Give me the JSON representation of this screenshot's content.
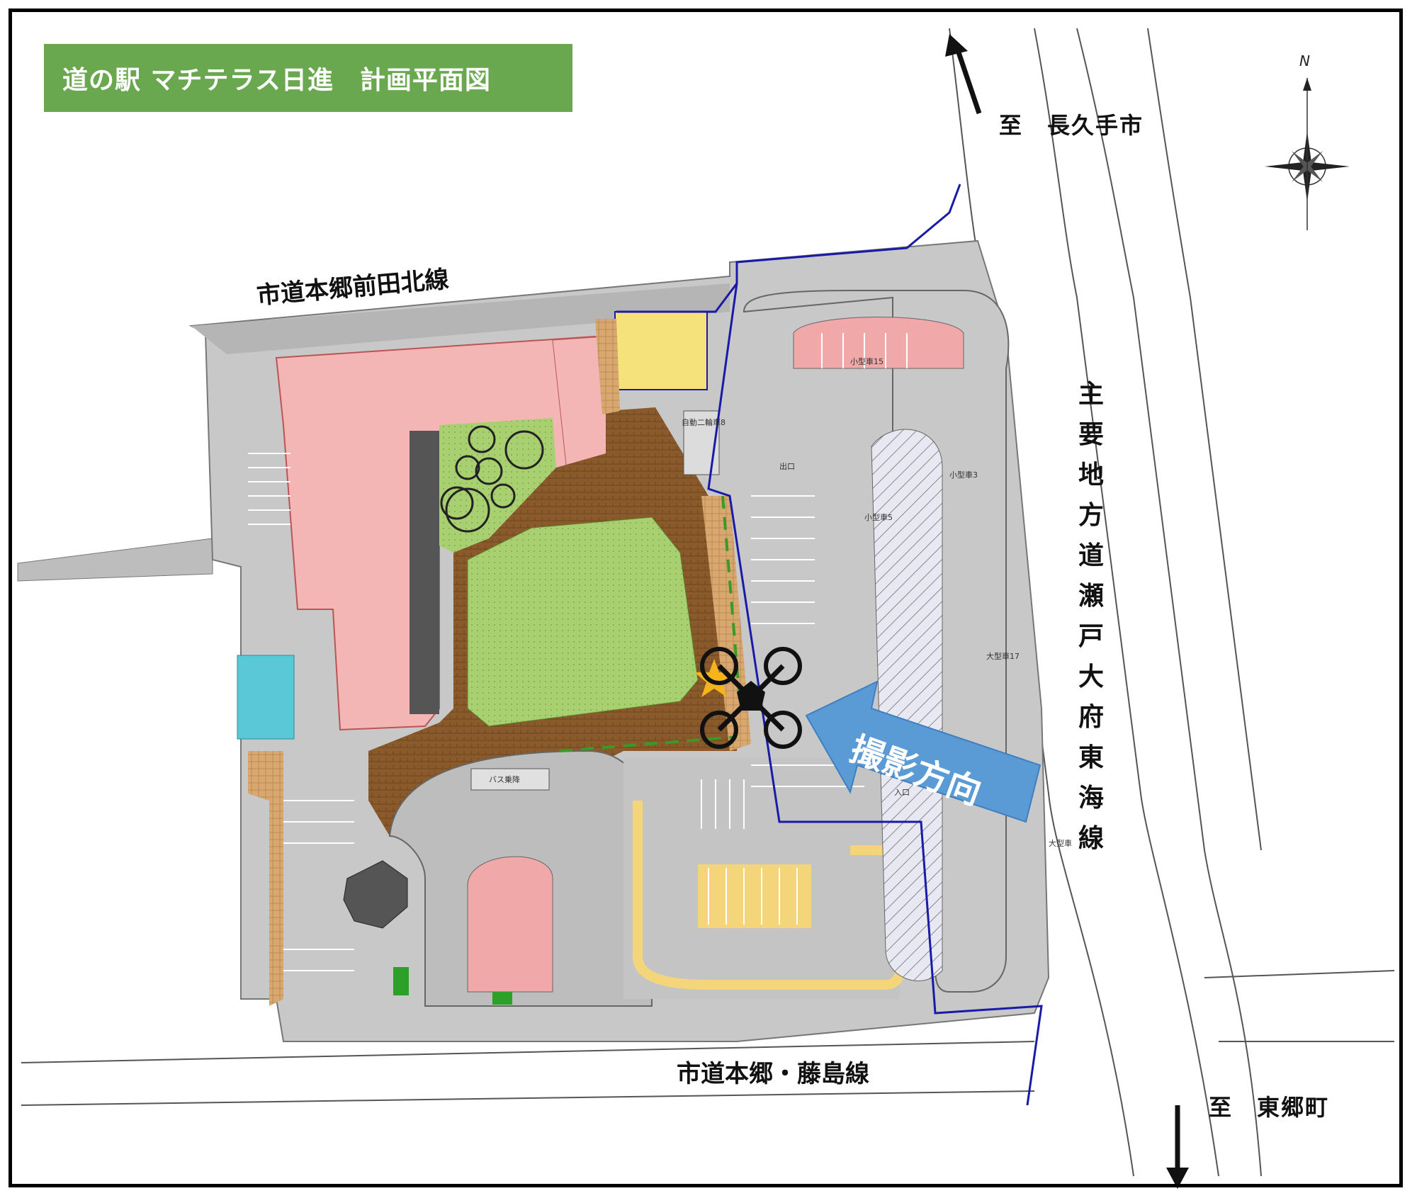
{
  "title": "道の駅 マチテラス日進　計画平面図",
  "roads": {
    "north_road": "市道本郷前田北線",
    "south_road": "市道本郷・藤島線",
    "east_road": "主要地方道瀬戸大府東海線"
  },
  "destinations": {
    "north": "至　長久手市",
    "south": "至　東郷町"
  },
  "shooting_direction": "撮影方向",
  "compass": {
    "north_letter": "N"
  },
  "small_labels": {
    "small_car_15": "小型車15",
    "small_car_3": "小型車3",
    "small_car_5": "小型車5",
    "large_car_17": "大型車17",
    "large_car": "大型車",
    "motorcycle_8": "自動二輪車8",
    "bus_stop": "バス乗降",
    "exit": "出口",
    "entrance": "入口"
  },
  "colors": {
    "title_bg": "#6aa84f",
    "building": "#f4b6b4",
    "lawn": "#a8d070",
    "plaza": "#8b5a2b",
    "parking": "#c8c8c8",
    "boundary": "#1a1aa8",
    "arrow": "#5b9bd5",
    "pool": "#5bc8d8",
    "yellow": "#f5e27a"
  },
  "icons": [
    "drone-icon",
    "star-icon",
    "compass-rose-icon",
    "north-arrow-icon",
    "south-arrow-icon",
    "shooting-direction-arrow-icon"
  ]
}
